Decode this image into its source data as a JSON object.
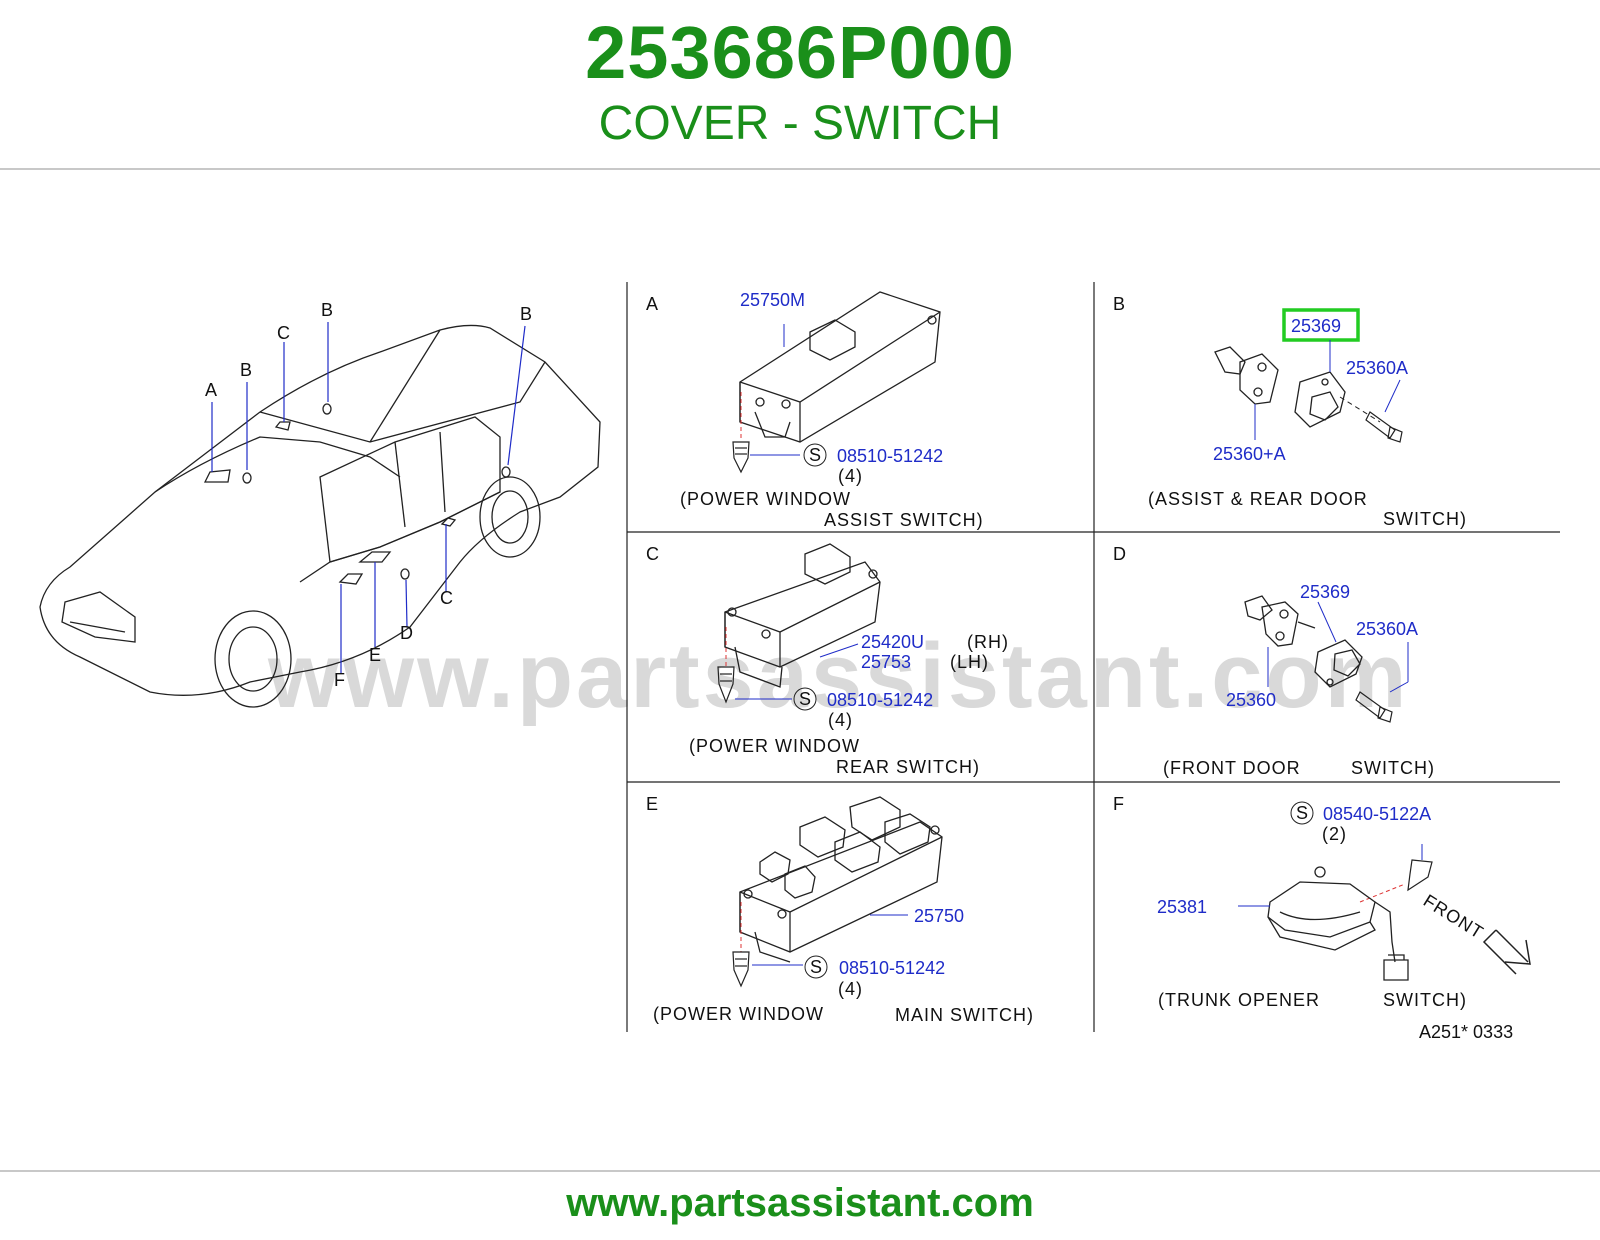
{
  "header": {
    "part_number": "253686P000",
    "part_name": "COVER - SWITCH"
  },
  "watermark": "www.partsassistant.com",
  "footer": {
    "url": "www.partsassistant.com"
  },
  "car": {
    "callouts": [
      "A",
      "B",
      "C",
      "B",
      "B",
      "C",
      "D",
      "E",
      "F"
    ]
  },
  "panels": {
    "A": {
      "letter": "A",
      "part": "25750M",
      "screw": "08510-51242",
      "screw_qty": "(4)",
      "s": "S",
      "cap1": "(POWER  WINDOW",
      "cap2": "ASSIST  SWITCH)"
    },
    "B": {
      "letter": "B",
      "highlight": "25369",
      "p1": "25360A",
      "p2": "25360+A",
      "cap1": "(ASSIST  &  REAR  DOOR",
      "cap2": "SWITCH)"
    },
    "C": {
      "letter": "C",
      "p1": "25420U",
      "p1_side": "(RH)",
      "p2": "25753",
      "p2_side": "(LH)",
      "screw": "08510-51242",
      "screw_qty": "(4)",
      "s": "S",
      "cap1": "(POWER  WINDOW",
      "cap2": "REAR  SWITCH)"
    },
    "D": {
      "letter": "D",
      "p1": "25369",
      "p2": "25360A",
      "p3": "25360",
      "cap1": "(FRONT  DOOR",
      "cap2": "SWITCH)"
    },
    "E": {
      "letter": "E",
      "part": "25750",
      "screw": "08510-51242",
      "screw_qty": "(4)",
      "s": "S",
      "cap1": "(POWER  WINDOW",
      "cap2": "MAIN  SWITCH)"
    },
    "F": {
      "letter": "F",
      "screw": "08540-5122A",
      "screw_qty": "(2)",
      "s": "S",
      "part": "25381",
      "front": "FRONT",
      "cap1": "(TRUNK  OPENER",
      "cap2": "SWITCH)",
      "ref": "A251*   0333"
    }
  },
  "colors": {
    "brand_green": "#1a8f1a",
    "part_blue": "#1f2cc8",
    "highlight": "#22cc22"
  }
}
